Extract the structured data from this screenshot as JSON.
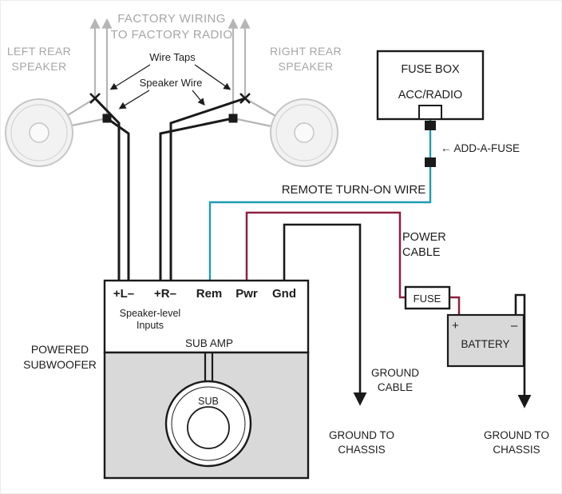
{
  "colors": {
    "teal": "#1e9db2",
    "maroon": "#8e2140",
    "wire_gray": "#b5b5b5",
    "wire_black": "#1a1a1a",
    "enclosure_gray": "#d9d9d9"
  },
  "header": {
    "factory_wiring_line1": "FACTORY WIRING",
    "factory_wiring_line2": "TO FACTORY RADIO",
    "wire_taps": "Wire Taps",
    "speaker_wire": "Speaker Wire"
  },
  "speakers": {
    "left": {
      "line1": "LEFT REAR",
      "line2": "SPEAKER"
    },
    "right": {
      "line1": "RIGHT REAR",
      "line2": "SPEAKER"
    }
  },
  "fuse_box": {
    "title": "FUSE BOX",
    "slot": "ACC/RADIO",
    "add_a_fuse": "← ADD-A-FUSE"
  },
  "remote_wire": {
    "label": "REMOTE TURN-ON WIRE"
  },
  "power": {
    "line1": "POWER",
    "line2": "CABLE",
    "fuse": "FUSE"
  },
  "battery": {
    "label": "BATTERY",
    "plus": "+",
    "minus": "–"
  },
  "amp": {
    "terminal_left": "+L–",
    "terminal_right": "+R–",
    "terminal_rem": "Rem",
    "terminal_pwr": "Pwr",
    "terminal_gnd": "Gnd",
    "inputs_line1": "Speaker-level",
    "inputs_line2": "Inputs",
    "title": "SUB AMP",
    "sub": "SUB",
    "enclosure_line1": "POWERED",
    "enclosure_line2": "SUBWOOFER"
  },
  "grounds": {
    "cable_line1": "GROUND",
    "cable_line2": "CABLE",
    "chassis_line1": "GROUND TO",
    "chassis_line2": "CHASSIS"
  }
}
